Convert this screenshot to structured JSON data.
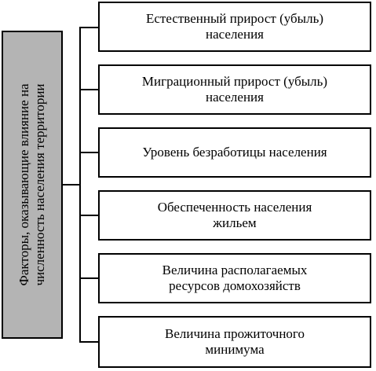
{
  "root": {
    "line1": "Факторы, оказывающие влияние на",
    "line2": "численность населения территории"
  },
  "children": [
    {
      "line1": "Естественный прирост (убыль)",
      "line2": "населения"
    },
    {
      "line1": "Миграционный прирост (убыль)",
      "line2": "населения"
    },
    {
      "line1": "Уровень безработицы населения",
      "line2": ""
    },
    {
      "line1": "Обеспеченность населения",
      "line2": "жильем"
    },
    {
      "line1": "Величина располагаемых",
      "line2": "ресурсов домохозяйств"
    },
    {
      "line1": "Величина прожиточного",
      "line2": "минимума"
    }
  ]
}
